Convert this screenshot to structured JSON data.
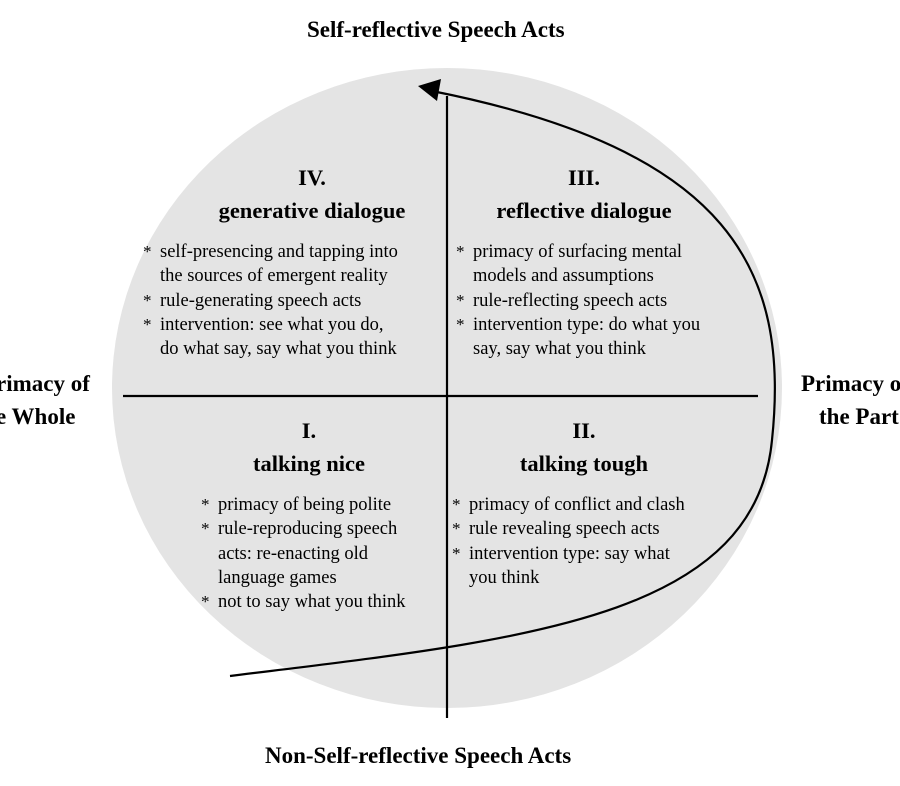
{
  "axes": {
    "top": "Self-reflective Speech Acts",
    "bottom": "Non-Self-reflective Speech Acts",
    "left_line1": "rimacy of",
    "left_line2": "e Whole",
    "right_line1": "Primacy o",
    "right_line2": "the Part"
  },
  "colors": {
    "circle_fill": "#e4e4e4",
    "lines": "#000000",
    "background": "#ffffff"
  },
  "quadrants": {
    "q4": {
      "numeral": "IV.",
      "title": "generative dialogue",
      "items": [
        [
          "self-presencing and tapping into",
          "the sources of emergent reality"
        ],
        [
          "rule-generating speech acts"
        ],
        [
          "intervention: see what you do,",
          "do what say, say what you think"
        ]
      ]
    },
    "q3": {
      "numeral": "III.",
      "title": "reflective dialogue",
      "items": [
        [
          "primacy of surfacing mental",
          "models and assumptions"
        ],
        [
          "rule-reflecting speech acts"
        ],
        [
          "intervention type: do what you",
          "say, say what you think"
        ]
      ]
    },
    "q1": {
      "numeral": "I.",
      "title": "talking nice",
      "items": [
        [
          "primacy of being polite"
        ],
        [
          "rule-reproducing speech",
          "acts: re-enacting old",
          "language games"
        ],
        [
          "not to say what you think"
        ]
      ]
    },
    "q2": {
      "numeral": "II.",
      "title": "talking tough",
      "items": [
        [
          "primacy of conflict and clash"
        ],
        [
          "rule revealing speech acts"
        ],
        [
          "intervention type: say what",
          "you think"
        ]
      ]
    }
  }
}
